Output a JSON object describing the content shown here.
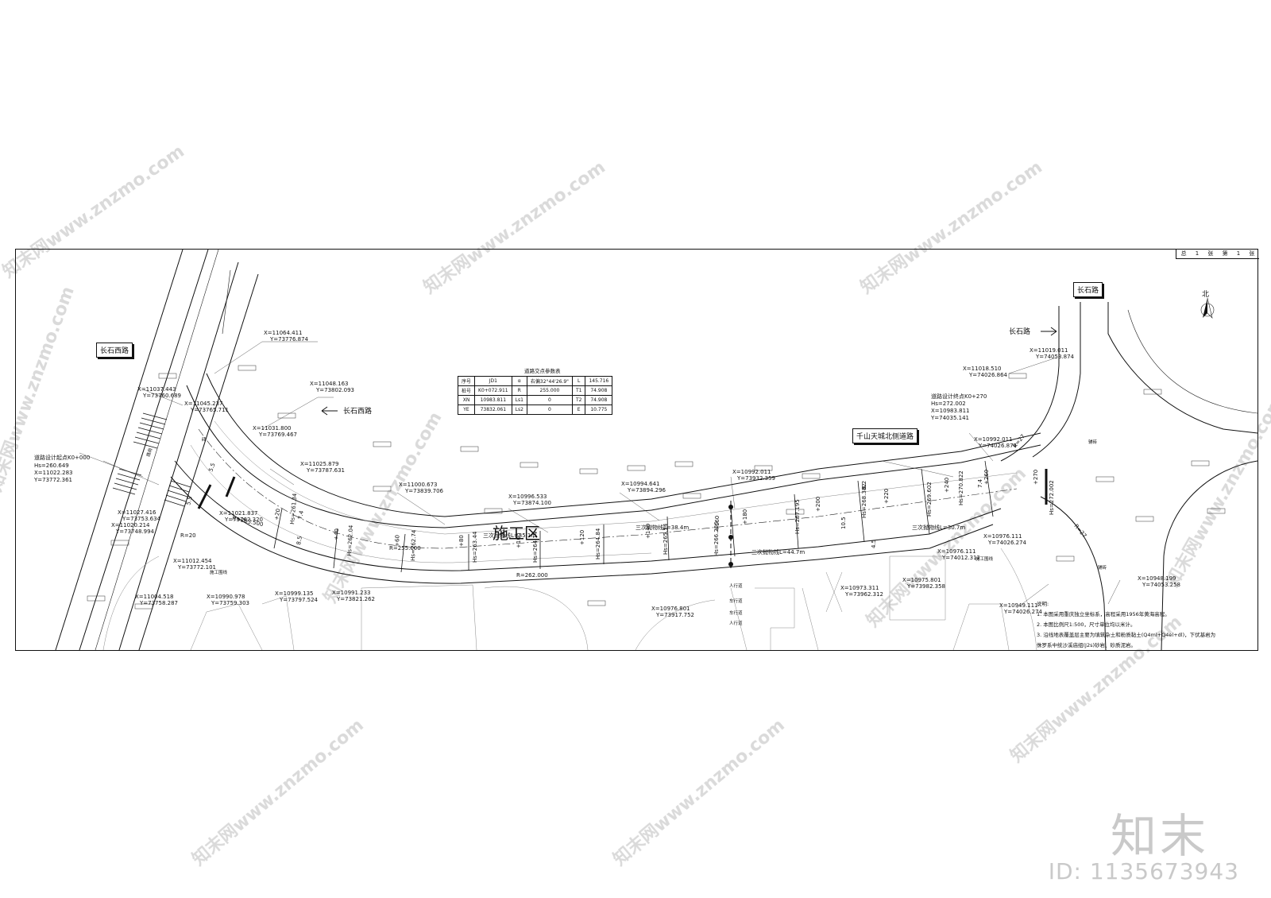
{
  "watermark": {
    "text": "知末网www.znzmo.com",
    "brand": "知末",
    "image_id": "ID: 1135673943"
  },
  "sheet": {
    "total_label": "总",
    "total": "1",
    "page_unit": "张",
    "page_label": "第",
    "page": "1"
  },
  "north_label": "北",
  "roads": {
    "west": "长石西路",
    "east": "长石路",
    "main": "千山天城北侧道路",
    "west_arrow": "长石西路",
    "east_arrow": "长石路"
  },
  "start_point": {
    "label": "道路设计起点K0+000",
    "hs": "Hs=260.649",
    "x": "X=11022.283",
    "y": "Y=73772.361"
  },
  "end_point": {
    "label": "道路设计终点K0+270",
    "hs": "Hs=272.002",
    "x": "X=10983.811",
    "y": "Y=74035.141"
  },
  "table": {
    "title": "道路交点参数表",
    "rows": [
      [
        "序号",
        "JD1",
        "α",
        "右偏32°44'26.9\"",
        "L",
        "145.716"
      ],
      [
        "桩号",
        "K0+072.911",
        "R",
        "255.000",
        "T1",
        "74.908"
      ],
      [
        "XN",
        "10983.811",
        "Ls1",
        "0",
        "T2",
        "74.908"
      ],
      [
        "YE",
        "73832.061",
        "Ls2",
        "0",
        "E",
        "10.775"
      ]
    ]
  },
  "coords": [
    {
      "x": "X=11064.411",
      "y": "Y=73776.874"
    },
    {
      "x": "X=11048.163",
      "y": "Y=73802.093"
    },
    {
      "x": "X=11037.443",
      "y": "Y=73760.689"
    },
    {
      "x": "X=11045.237",
      "y": "Y=73765.711"
    },
    {
      "x": "X=11031.800",
      "y": "Y=73769.467"
    },
    {
      "x": "X=11025.879",
      "y": "Y=73787.631"
    },
    {
      "x": "X=11000.673",
      "y": "Y=73839.706"
    },
    {
      "x": "X=10996.533",
      "y": "Y=73874.100"
    },
    {
      "x": "X=10994.641",
      "y": "Y=73894.296"
    },
    {
      "x": "X=10992.011",
      "y": "Y=73932.359"
    },
    {
      "x": "X=11027.416",
      "y": "Y=73753.634"
    },
    {
      "x": "X=11020.214",
      "y": "Y=73748.994"
    },
    {
      "x": "X=11021.837",
      "y": "Y=73762.320"
    },
    {
      "x": "X=11012.454",
      "y": "Y=73772.101"
    },
    {
      "x": "X=11004.518",
      "y": "Y=73758.287"
    },
    {
      "x": "X=10990.978",
      "y": "Y=73759.303"
    },
    {
      "x": "X=10999.135",
      "y": "Y=73797.524"
    },
    {
      "x": "X=10991.233",
      "y": "Y=73821.262"
    },
    {
      "x": "X=10976.801",
      "y": "Y=73917.752"
    },
    {
      "x": "X=10973.311",
      "y": "Y=73962.312"
    },
    {
      "x": "X=10975.801",
      "y": "Y=73982.358"
    },
    {
      "x": "X=10976.111",
      "y": "Y=74012.312"
    },
    {
      "x": "X=10976.111",
      "y": "Y=74026.274"
    },
    {
      "x": "X=10949.111",
      "y": "Y=74026.274"
    },
    {
      "x": "X=10948.199",
      "y": "Y=74053.258"
    },
    {
      "x": "X=11019.011",
      "y": "Y=74053.874"
    },
    {
      "x": "X=11018.510",
      "y": "Y=74026.864"
    },
    {
      "x": "X=10992.011",
      "y": "Y=74026.874"
    }
  ],
  "stations": [
    "+20",
    "+40",
    "+60",
    "+80",
    "+100",
    "+120",
    "+140",
    "+160",
    "+180",
    "+200",
    "+220",
    "+240",
    "+260",
    "+270"
  ],
  "elevations": [
    "Hs=261.34",
    "Hs=262.04",
    "Hs=262.74",
    "Hs=263.44",
    "Hs=264.14",
    "Hs=264.84",
    "Hs=265.54",
    "Hs=266.256",
    "Hs=267.195",
    "Hs=268.382",
    "Hs=269.602",
    "Hs=270.822",
    "Hs=272.002"
  ],
  "curves": [
    "三次抛物线L=35.1m",
    "三次抛物线L=38.4m",
    "三次抛物线L=44.7m",
    "三次抛物线L=30.7m"
  ],
  "radii": [
    "R=263.500",
    "R=255.000",
    "R=262.000",
    "R=20",
    "R=27",
    "R=27"
  ],
  "widths": [
    "7.4",
    "8.5",
    "5.5",
    "5.5",
    "10.5",
    "8.2",
    "7.4",
    "4.5"
  ],
  "construction_zone": "施工区",
  "lane_labels": [
    "人行道",
    "车行道",
    "车行道",
    "人行道"
  ],
  "misc_labels": [
    "路肩",
    "砖",
    "辅砖",
    "辅砖",
    "施工围线",
    "施工围线"
  ],
  "notes": {
    "title": "说明:",
    "items": [
      "1. 本图采用重庆独立坐标系，高程采用1956年黄海高程。",
      "2. 本图比例尺1:500，尺寸单位均以米计。",
      "3. 沿线地表覆盖层主要为填筑杂土和粉质黏土(Q4ml+Q4el+dl)，下伏基岩为侏罗系中统沙溪庙组(J2s)砂岩、砂质泥岩。"
    ]
  }
}
